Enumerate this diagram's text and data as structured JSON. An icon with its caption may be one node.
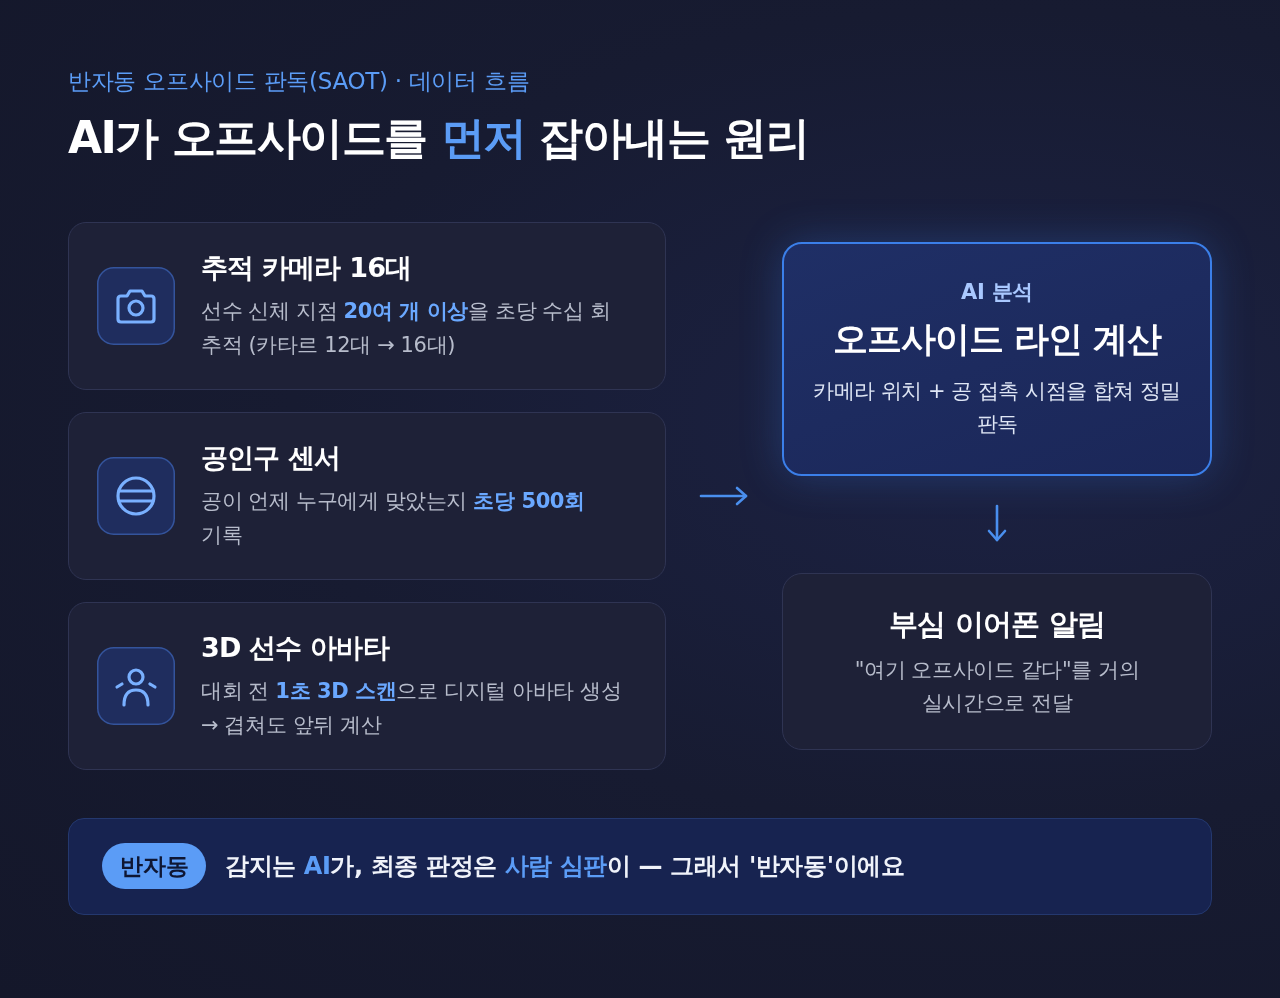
{
  "diagram": {
    "title": "AI가 오프사이드를 **먼저** 잡아내는 원리",
    "nodes": [
      {
        "text": [
          "추적 카메라 16대",
          "선수 신체 지점 **20여 개 이상**을 초당 수십 회 추적 (카타르 12대 → 16대)"
        ]
      },
      {
        "text": [
          "공인구 센서",
          "공이 언제 누구에게 맞았는지 **초당 500회** 기록"
        ]
      },
      {
        "text": [
          "3D 선수 아바타",
          "대회 전 **1초 3D 스캔**으로 디지털 아바타 생성 → 겹쳐도 앞뒤 계산"
        ]
      },
      {
        "text": [
          "AI 분석",
          "오프사이드 라인 계산",
          "카메라 위치 + 공 접촉 시점을 합쳐 정밀 판독"
        ]
      },
      {
        "text": [
          "부심 이어폰 알림",
          "\"여기 오프사이드 같다\"를 거의 실시간으로 전달"
        ]
      },
      {
        "text": [
          "감지는 **AI**가, 최종 판정은 **사람 심판**이 — 그래서 '반자동'이에요"
        ]
      },
      {
        "text": [
          "반자동"
        ],
        "in": 5
      }
    ],
    "edges": [
      {
        "from": 1,
        "to": 3,
        "arrow": "to"
      },
      {
        "from": 3,
        "to": 4,
        "arrow": "to"
      }
    ],
    "labels": [
      "반자동 오프사이드 판독(SAOT) · 데이터 흐름"
    ]
  }
}
